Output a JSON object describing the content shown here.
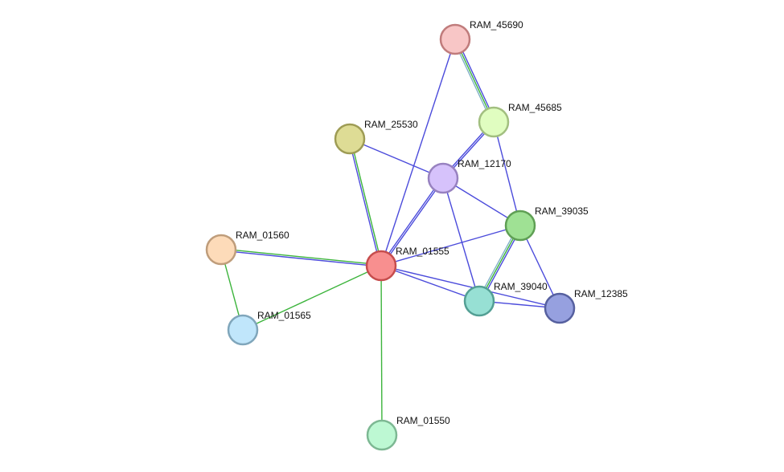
{
  "network": {
    "nodes": [
      {
        "id": "RAM_01555",
        "label": "RAM_01555",
        "fill": "#f88f8f",
        "stroke": "#c64d4d"
      },
      {
        "id": "RAM_45690",
        "label": "RAM_45690",
        "fill": "#f8c6c6",
        "stroke": "#c07c7c"
      },
      {
        "id": "RAM_45685",
        "label": "RAM_45685",
        "fill": "#e0fdc0",
        "stroke": "#a2bf80"
      },
      {
        "id": "RAM_25530",
        "label": "RAM_25530",
        "fill": "#dedc95",
        "stroke": "#9e9c55"
      },
      {
        "id": "RAM_12170",
        "label": "RAM_12170",
        "fill": "#d6c2fb",
        "stroke": "#9882c0"
      },
      {
        "id": "RAM_39035",
        "label": "RAM_39035",
        "fill": "#9fe194",
        "stroke": "#5f9f54"
      },
      {
        "id": "RAM_01560",
        "label": "RAM_01560",
        "fill": "#fddbb9",
        "stroke": "#bf9d7b"
      },
      {
        "id": "RAM_39040",
        "label": "RAM_39040",
        "fill": "#97e0d4",
        "stroke": "#539f94"
      },
      {
        "id": "RAM_12385",
        "label": "RAM_12385",
        "fill": "#96a0df",
        "stroke": "#56609f"
      },
      {
        "id": "RAM_01565",
        "label": "RAM_01565",
        "fill": "#c0e6fb",
        "stroke": "#80a6bb"
      },
      {
        "id": "RAM_01550",
        "label": "RAM_01550",
        "fill": "#bdf8d3",
        "stroke": "#7db893"
      }
    ],
    "edges": [
      {
        "source": "RAM_45690",
        "target": "RAM_45685",
        "colors": [
          "#4b4bdb",
          "#3cb43c",
          "#7fb0c6"
        ]
      },
      {
        "source": "RAM_45690",
        "target": "RAM_01555",
        "colors": [
          "#4b4bdb"
        ]
      },
      {
        "source": "RAM_45685",
        "target": "RAM_12170",
        "colors": [
          "#4b4bdb",
          "#4b4bdb"
        ]
      },
      {
        "source": "RAM_45685",
        "target": "RAM_39035",
        "colors": [
          "#4b4bdb"
        ]
      },
      {
        "source": "RAM_25530",
        "target": "RAM_01555",
        "colors": [
          "#3cb43c",
          "#4b4bdb"
        ]
      },
      {
        "source": "RAM_25530",
        "target": "RAM_12170",
        "colors": [
          "#4b4bdb"
        ]
      },
      {
        "source": "RAM_12170",
        "target": "RAM_01555",
        "colors": [
          "#4b4bdb",
          "#4b4bdb"
        ]
      },
      {
        "source": "RAM_12170",
        "target": "RAM_39035",
        "colors": [
          "#4b4bdb"
        ]
      },
      {
        "source": "RAM_12170",
        "target": "RAM_39040",
        "colors": [
          "#4b4bdb"
        ]
      },
      {
        "source": "RAM_39035",
        "target": "RAM_01555",
        "colors": [
          "#4b4bdb"
        ]
      },
      {
        "source": "RAM_39035",
        "target": "RAM_39040",
        "colors": [
          "#4b4bdb",
          "#3cb43c",
          "#7fb0c6"
        ]
      },
      {
        "source": "RAM_39035",
        "target": "RAM_12385",
        "colors": [
          "#4b4bdb"
        ]
      },
      {
        "source": "RAM_01560",
        "target": "RAM_01555",
        "colors": [
          "#3cb43c",
          "#4b4bdb"
        ]
      },
      {
        "source": "RAM_01560",
        "target": "RAM_01565",
        "colors": [
          "#3cb43c"
        ]
      },
      {
        "source": "RAM_01565",
        "target": "RAM_01555",
        "colors": [
          "#3cb43c"
        ]
      },
      {
        "source": "RAM_01555",
        "target": "RAM_39040",
        "colors": [
          "#4b4bdb"
        ]
      },
      {
        "source": "RAM_01555",
        "target": "RAM_12385",
        "colors": [
          "#4b4bdb"
        ]
      },
      {
        "source": "RAM_39040",
        "target": "RAM_12385",
        "colors": [
          "#4b4bdb"
        ]
      },
      {
        "source": "RAM_01555",
        "target": "RAM_01550",
        "colors": [
          "#3cb43c"
        ]
      }
    ]
  }
}
